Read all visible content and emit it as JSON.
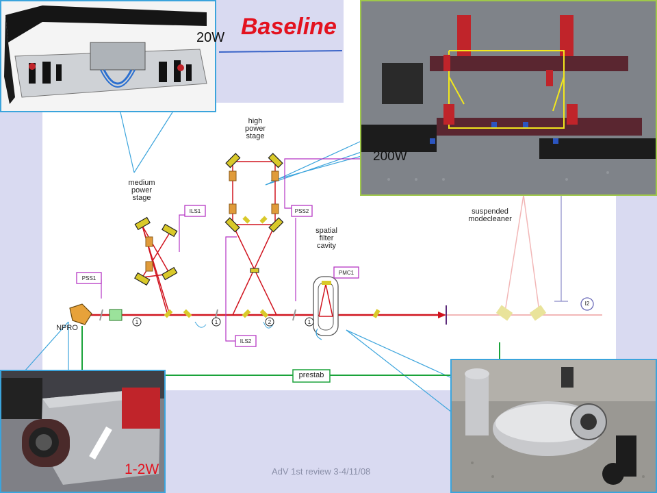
{
  "slide": {
    "title": "Baseline",
    "footer": "AdV 1st review 3-4/11/08"
  },
  "power_labels": {
    "p20": "20W",
    "p200": "200W",
    "p1to2": "1-2W"
  },
  "diagram": {
    "medium_power_stage": "medium\npower\nstage",
    "high_power_stage": "high\npower\nstage",
    "spatial_filter_cavity": "spatial\nfilter\ncavity",
    "suspended_modecleaner": "suspended\nmodecleaner",
    "npro": "NPRO",
    "prestab": "prestab",
    "boxes": {
      "pss1": "PSS1",
      "ils1": "ILS1",
      "pss2": "PSS2",
      "ils2": "ILS2",
      "pmc1": "PMC1",
      "i2": "I2"
    },
    "circled_numbers": [
      "1",
      "1",
      "2",
      "1"
    ]
  },
  "colors": {
    "title_red": "#e3121f",
    "background_band": "#d9daf1",
    "beam_red": "#d0131e",
    "callout_blue": "#3ba4dc",
    "prestab_green": "#1aa33a",
    "mirror_yellow": "#d9c92a",
    "box_magenta": "#b535c4"
  }
}
